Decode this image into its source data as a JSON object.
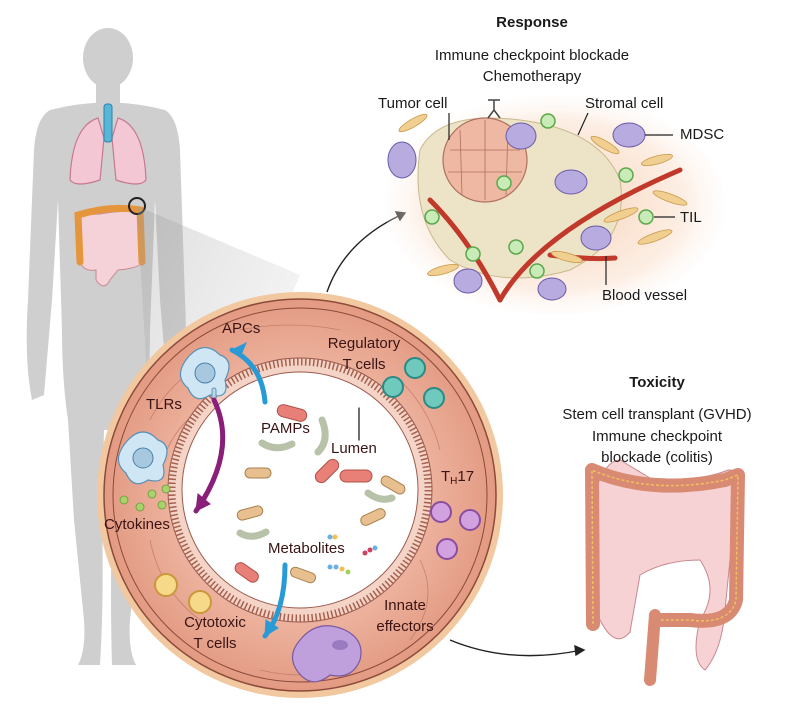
{
  "figure": {
    "panels": {
      "response": {
        "title": "Response",
        "lines": [
          "Immune checkpoint blockade",
          "Chemotherapy"
        ],
        "labels": {
          "tumor_cell": "Tumor cell",
          "stromal_cell": "Stromal cell",
          "mdsc": "MDSC",
          "til": "TIL",
          "blood_vessel": "Blood vessel"
        }
      },
      "toxicity": {
        "title": "Toxicity",
        "lines": [
          "Stem cell transplant (GVHD)",
          "Immune checkpoint",
          "blockade (colitis)"
        ]
      },
      "gut_cross_section": {
        "labels": {
          "apcs": "APCs",
          "regulatory_t_cells_1": "Regulatory",
          "regulatory_t_cells_2": "T cells",
          "tlrs": "TLRs",
          "pamps": "PAMPs",
          "lumen": "Lumen",
          "th17_main": "T",
          "th17_sub": "H",
          "th17_num": "17",
          "cytokines": "Cytokines",
          "metabolites": "Metabolites",
          "cytotoxic_1": "Cytotoxic",
          "cytotoxic_2": "T cells",
          "innate_1": "Innate",
          "innate_2": "effectors"
        }
      }
    },
    "colors": {
      "gut_wall": "#e9a892",
      "gut_rim": "#c98a5a",
      "apc": "#c8e2f2",
      "treg": "#6fc9bd",
      "th17": "#c58ad6",
      "cytotoxic": "#f3d27a",
      "innate": "#b88fd0",
      "cytokine": "#a9d36a",
      "arrow_blue": "#2a9ad6",
      "arrow_purple": "#8a1f7a",
      "vessel": "#c0392b",
      "tumor": "#eeb7a3",
      "til": "#9fd88a",
      "mdsc": "#a99ad6",
      "stromal": "#e9c38a",
      "colon": "#d98a72",
      "silhouette": "#cfcfcf"
    }
  }
}
